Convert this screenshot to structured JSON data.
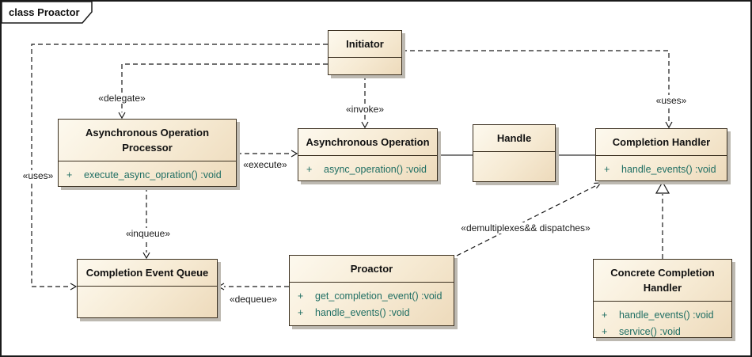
{
  "frame": {
    "title": "class Proactor"
  },
  "colors": {
    "box_fill_light": "#FDF9EE",
    "box_fill_dark": "#EDDABB",
    "box_border": "#3A2F1F",
    "method_text": "#1F6E63",
    "shadow": "#BDB9B1",
    "line": "#1A1A1A",
    "association": "#555555"
  },
  "classes": [
    {
      "name": "Initiator",
      "methods": []
    },
    {
      "name": "Asynchronous Operation Processor",
      "methods": [
        {
          "vis": "+",
          "sig": "execute_async_opration() :void"
        }
      ]
    },
    {
      "name": "Asynchronous Operation",
      "methods": [
        {
          "vis": "+",
          "sig": "async_operation() :void"
        }
      ]
    },
    {
      "name": "Handle",
      "methods": []
    },
    {
      "name": "Completion Handler",
      "methods": [
        {
          "vis": "+",
          "sig": "handle_events() :void"
        }
      ]
    },
    {
      "name": "Completion Event Queue",
      "methods": []
    },
    {
      "name": "Proactor",
      "methods": [
        {
          "vis": "+",
          "sig": "get_completion_event() :void"
        },
        {
          "vis": "+",
          "sig": "handle_events() :void"
        }
      ]
    },
    {
      "name": "Concrete Completion Handler",
      "methods": [
        {
          "vis": "+",
          "sig": "handle_events() :void"
        },
        {
          "vis": "+",
          "sig": "service() :void"
        }
      ]
    }
  ],
  "labels": {
    "delegate": "«delegate»",
    "invoke": "«invoke»",
    "uses_right": "«uses»",
    "uses_left": "«uses»",
    "execute": "«execute»",
    "inqueue": "«inqueue»",
    "dequeue": "«dequeue»",
    "demultiplex": "«demultiplexes&& dispatches»"
  }
}
